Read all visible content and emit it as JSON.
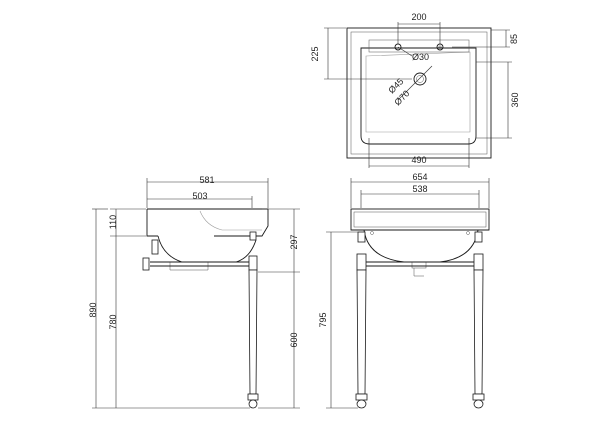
{
  "views": {
    "top": {
      "dims": {
        "tap_spacing": "200",
        "rear_edge": "85",
        "depth_to_holes": "225",
        "tap_hole": "Ø30",
        "waste_hole": "Ø45",
        "waste_outer": "Ø70",
        "bowl_depth": "360",
        "bowl_width": "490"
      }
    },
    "side": {
      "dims": {
        "overall_depth": "581",
        "bowl_depth": "503",
        "top_thickness": "110",
        "height_to_rail": "297",
        "overall_height": "890",
        "height_to_top": "780",
        "leg_height": "600"
      }
    },
    "front": {
      "dims": {
        "overall_width": "654",
        "leg_spacing": "538",
        "total_height": "795"
      }
    }
  },
  "colors": {
    "line": "#1a1a1a",
    "dimension": "#333333",
    "hidden": "#9a9a9a",
    "background": "#ffffff"
  }
}
